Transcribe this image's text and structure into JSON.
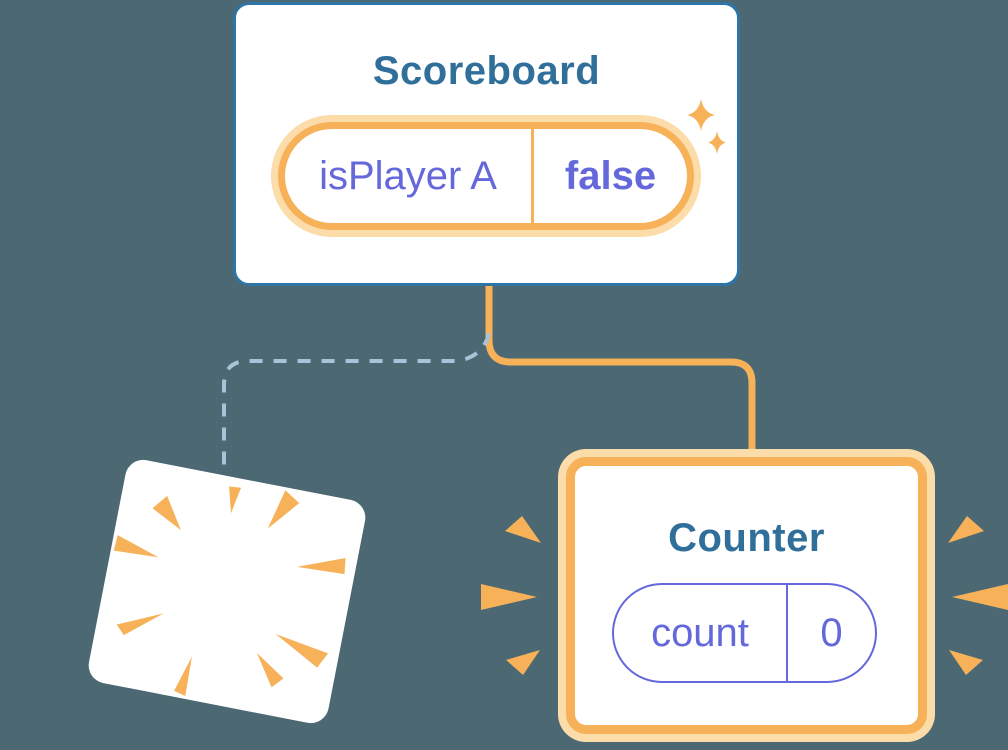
{
  "scoreboard": {
    "title": "Scoreboard",
    "state": {
      "name": "isPlayer A",
      "value": "false"
    }
  },
  "counter": {
    "title": "Counter",
    "state": {
      "name": "count",
      "value": "0"
    }
  },
  "icons": {
    "sparkles": "sparkles-icon",
    "poof_burst": "poof-burst-icon",
    "emphasis_marks": "emphasis-marks-icon"
  },
  "colors": {
    "bg": "#4C6873",
    "blue-border": "#2E74A4",
    "blue-text": "#2F6F99",
    "orange": "#F6B159",
    "orange-light": "#FCDCA8",
    "purple": "#6468DB",
    "dashed": "#A7C4D9",
    "card-bg": "#FFFFFF"
  }
}
